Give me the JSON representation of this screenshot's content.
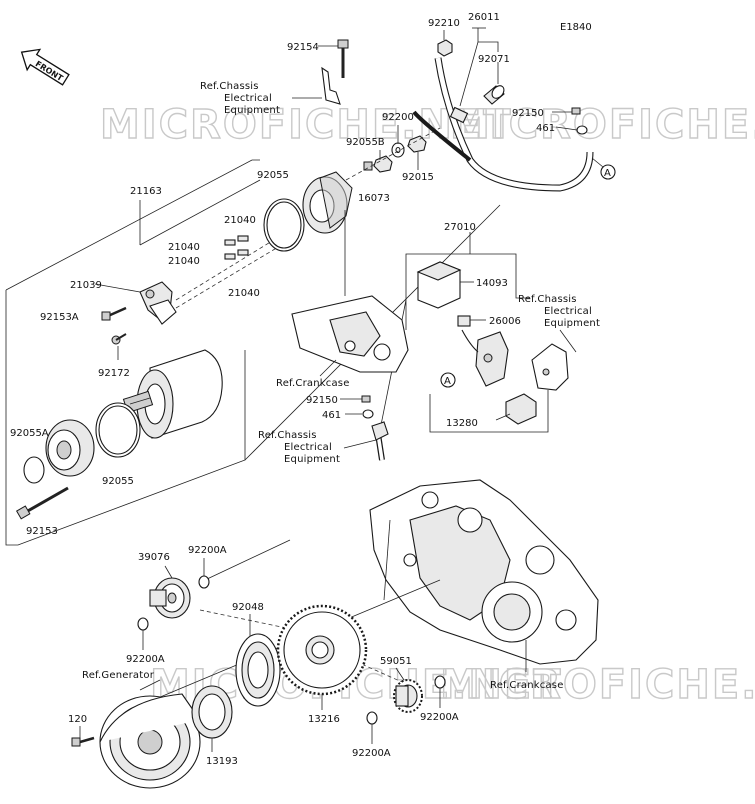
{
  "diagram_code": "E1840",
  "front_badge": "FRONT",
  "watermarks": [
    "MICROFICHE.NET",
    "MICROFICHE.NET"
  ],
  "part_labels": {
    "p92154": "92154",
    "p92210": "92210",
    "p26011": "26011",
    "p92071": "92071",
    "p92150a": "92150",
    "p461a": "461",
    "p92200": "92200",
    "p92055B": "92055B",
    "p16073": "16073",
    "p92015": "92015",
    "p21163": "21163",
    "p92055a": "92055",
    "p21040a": "21040",
    "p21040b": "21040",
    "p21040c": "21040",
    "p21040d": "21040",
    "p21039": "21039",
    "p92153A": "92153A",
    "p92172": "92172",
    "p92055A": "92055A",
    "p92055b": "92055",
    "p92153": "92153",
    "p27010": "27010",
    "p14093": "14093",
    "p26006": "26006",
    "p13280": "13280",
    "p92150b": "92150",
    "p461b": "461",
    "p39076": "39076",
    "p92200A_a": "92200A",
    "p92200A_b": "92200A",
    "p92048": "92048",
    "p13216": "13216",
    "p59051": "59051",
    "p92200A_c": "92200A",
    "p92200A_d": "92200A",
    "p120": "120",
    "p13193": "13193"
  },
  "callouts": {
    "a1": "A",
    "a2": "A"
  },
  "refs": {
    "chassis_top": [
      "Ref.Chassis",
      "Electrical",
      "Equipment"
    ],
    "chassis_right": [
      "Ref.Chassis",
      "Electrical",
      "Equipment"
    ],
    "chassis_mid": [
      "Ref.Chassis",
      "Electrical",
      "Equipment"
    ],
    "crankcase_top": "Ref.Crankcase",
    "crankcase_bottom": "Ref.Crankcase",
    "generator": "Ref.Generator"
  }
}
